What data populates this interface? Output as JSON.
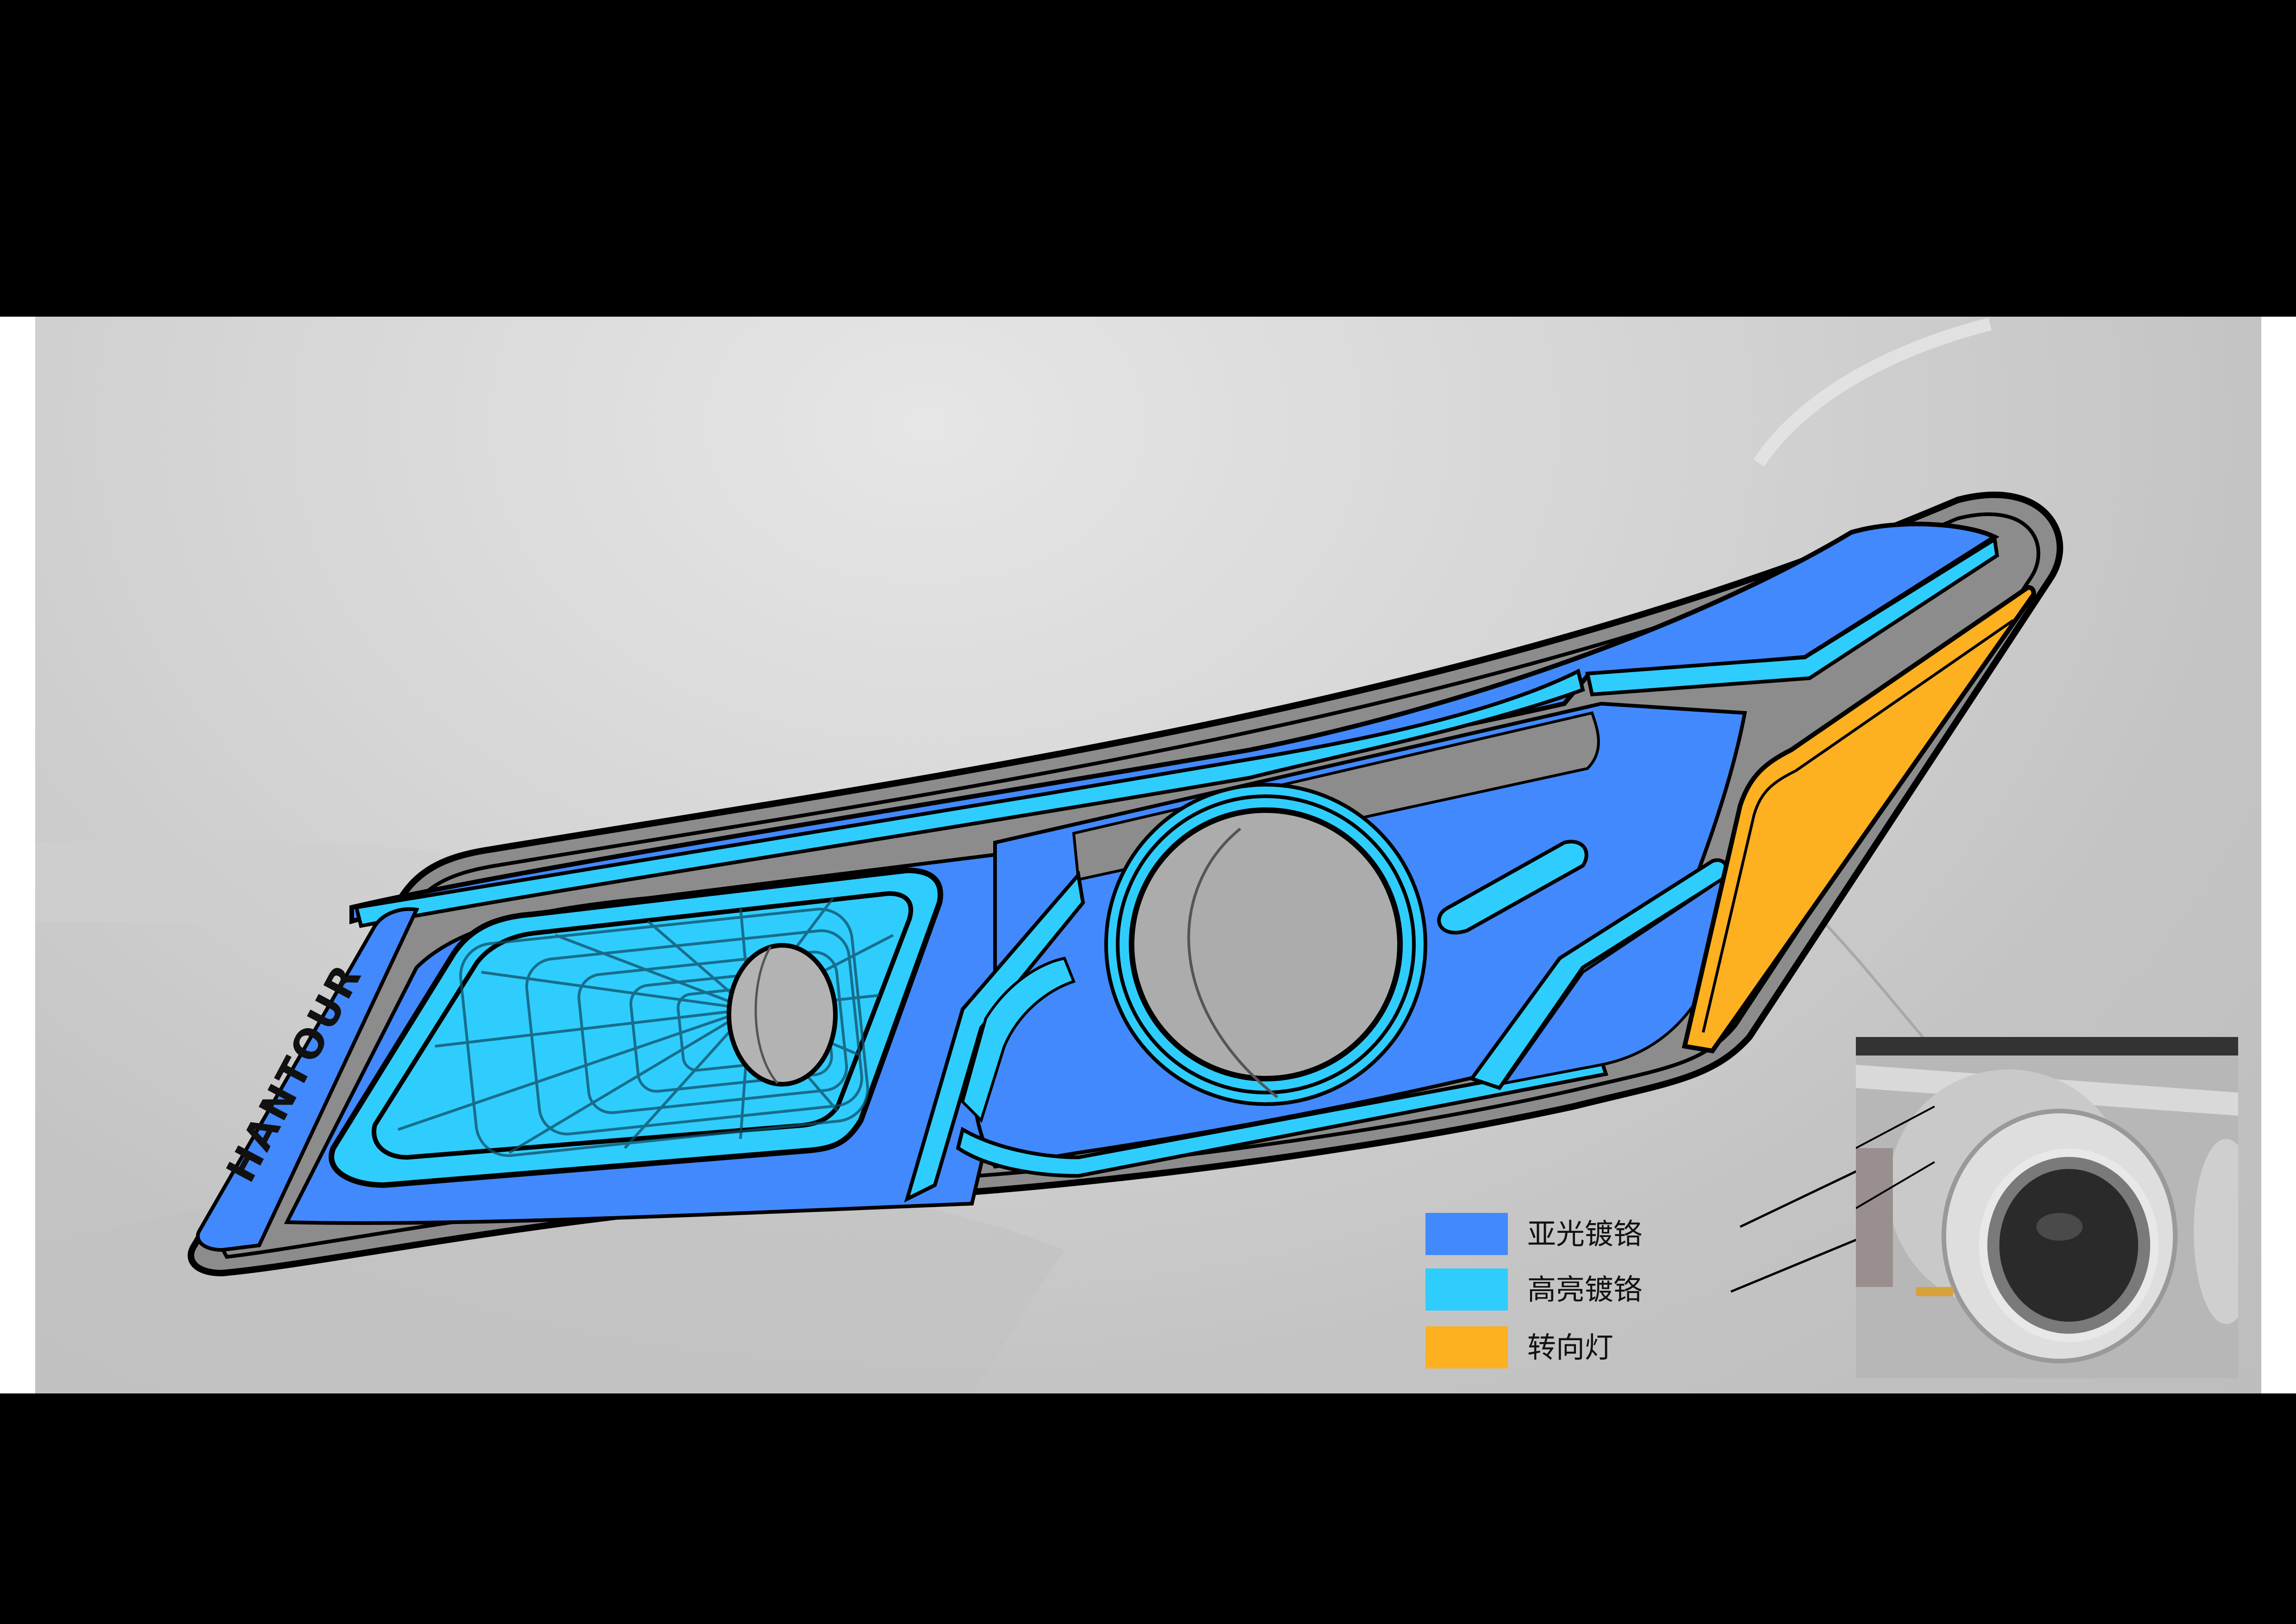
{
  "slide": {
    "background_colors": {
      "frame": "#000000",
      "margin": "#ffffff",
      "canvas": "#d4d4d4"
    }
  },
  "illustration": {
    "subject": "headlamp-design-sketch",
    "brand_text": "HANTOUR",
    "colors": {
      "matte_chrome": "#4289fd",
      "high_gloss_chrome": "#2fcdfe",
      "turn_signal": "#fdb020",
      "housing": "#8c8c8c",
      "lens": "#b0b0b0",
      "outline": "#000000"
    }
  },
  "legend": {
    "items": [
      {
        "label": "亚光镀铬",
        "color": "#4289fd"
      },
      {
        "label": "高亮镀铬",
        "color": "#2fcdfe"
      },
      {
        "label": "转向灯",
        "color": "#fdb020"
      }
    ]
  },
  "reference_photo": {
    "subject": "projector-headlamp-photo"
  }
}
